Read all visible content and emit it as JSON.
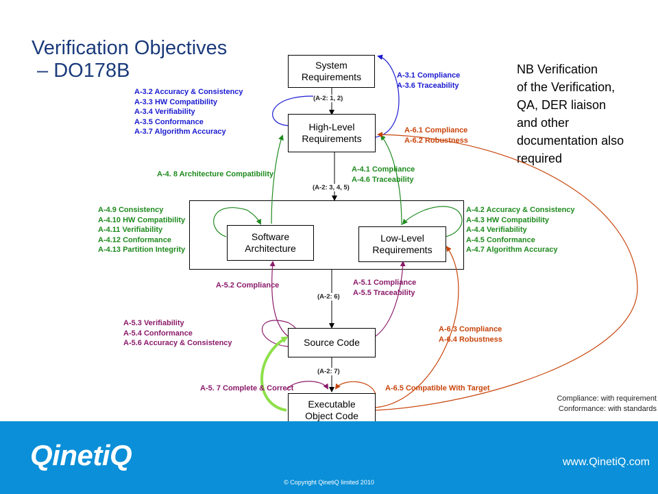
{
  "title": {
    "line1": "Verification Objectives",
    "line2": " – DO178B"
  },
  "note": {
    "lines": [
      "NB Verification",
      "of the Verification,",
      "QA, DER liaison",
      "and other",
      "documentation also",
      "required"
    ]
  },
  "boxes": {
    "system": "System\nRequirements",
    "hlr": "High-Level\nRequirements",
    "arch": "Software\nArchitecture",
    "llr": "Low-Level\nRequirements",
    "source": "Source Code",
    "eoc": "Executable\nObject Code"
  },
  "refs": {
    "a": "(A-2: 1, 2)",
    "b": "(A-2: 3, 4, 5)",
    "c": "(A-2: 6)",
    "d": "(A-2: 7)"
  },
  "labels": {
    "hlr_self": [
      "A-3.2 Accuracy & Consistency",
      "A-3.3 HW Compatibility",
      "A-3.4 Verifiability",
      "A-3.5 Conformance",
      "A-3.7 Algorithm  Accuracy"
    ],
    "sys_hlr": [
      "A-3.1 Compliance",
      "A-3.6 Traceability"
    ],
    "hlr_test": [
      "A-6.1 Compliance",
      "A-6.2 Robustness"
    ],
    "arch_hlr": "A-4. 8 Architecture Compatibility",
    "llr_hlr": [
      "A-4.1 Compliance",
      "A-4.6 Traceability"
    ],
    "arch_self": [
      "A-4.9 Consistency",
      "A-4.10 HW Compatibility",
      "A-4.11 Verifiability",
      "A-4.12 Conformance",
      "A-4.13 Partition Integrity"
    ],
    "llr_self": [
      "A-4.2 Accuracy & Consistency",
      "A-4.3 HW Compatibility",
      "A-4.4 Verifiability",
      "A-4.5 Conformance",
      "A-4.7 Algorithm  Accuracy"
    ],
    "src_arch": "A-5.2 Compliance",
    "src_llr": [
      "A-5.1 Compliance",
      "A-5.5 Traceability"
    ],
    "src_self": [
      "A-5.3  Verifiability",
      "A-5.4 Conformance",
      "A-5.6 Accuracy & Consistency"
    ],
    "llr_test": [
      "A-6.3 Compliance",
      "A-6.4 Robustness"
    ],
    "eoc_src": "A-5. 7 Complete & Correct",
    "eoc_target": "A-6.5 Compatible With Target"
  },
  "definitions": [
    "Compliance: with requirement",
    "Conformance: with standards"
  ],
  "footer": {
    "logo": "QinetiQ",
    "url": "www.QinetiQ.com",
    "copyright": "© Copyright QinetiQ limited 2010"
  },
  "colors": {
    "blue": "#1a1ad0",
    "green": "#1e8a1e",
    "purple": "#8a1a6a",
    "orange": "#c8440a",
    "lime": "#8ee04a",
    "footer": "#0a8fd8"
  }
}
